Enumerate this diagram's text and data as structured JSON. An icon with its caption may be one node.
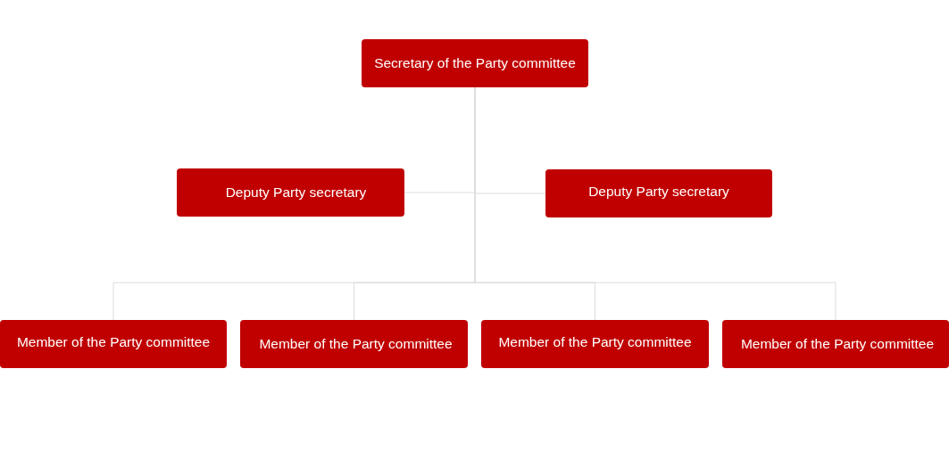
{
  "diagram": {
    "nodes": [
      {
        "text": [
          "Secretary of the Party committee"
        ]
      },
      {
        "text": [
          "Deputy Party secretary"
        ]
      },
      {
        "text": [
          "Deputy Party secretary"
        ]
      },
      {
        "text": [
          "Member of the Party committee"
        ]
      },
      {
        "text": [
          "Member of the Party committee"
        ]
      },
      {
        "text": [
          "Member of the Party committee"
        ]
      },
      {
        "text": [
          "Member of the Party committee"
        ]
      }
    ],
    "edges": [
      {
        "from": 0,
        "to": 1,
        "arrow": "none"
      },
      {
        "from": 0,
        "to": 2,
        "arrow": "none"
      },
      {
        "from": 0,
        "to": 3,
        "arrow": "none"
      },
      {
        "from": 0,
        "to": 4,
        "arrow": "none"
      },
      {
        "from": 0,
        "to": 5,
        "arrow": "none"
      },
      {
        "from": 0,
        "to": 6,
        "arrow": "none"
      }
    ]
  }
}
